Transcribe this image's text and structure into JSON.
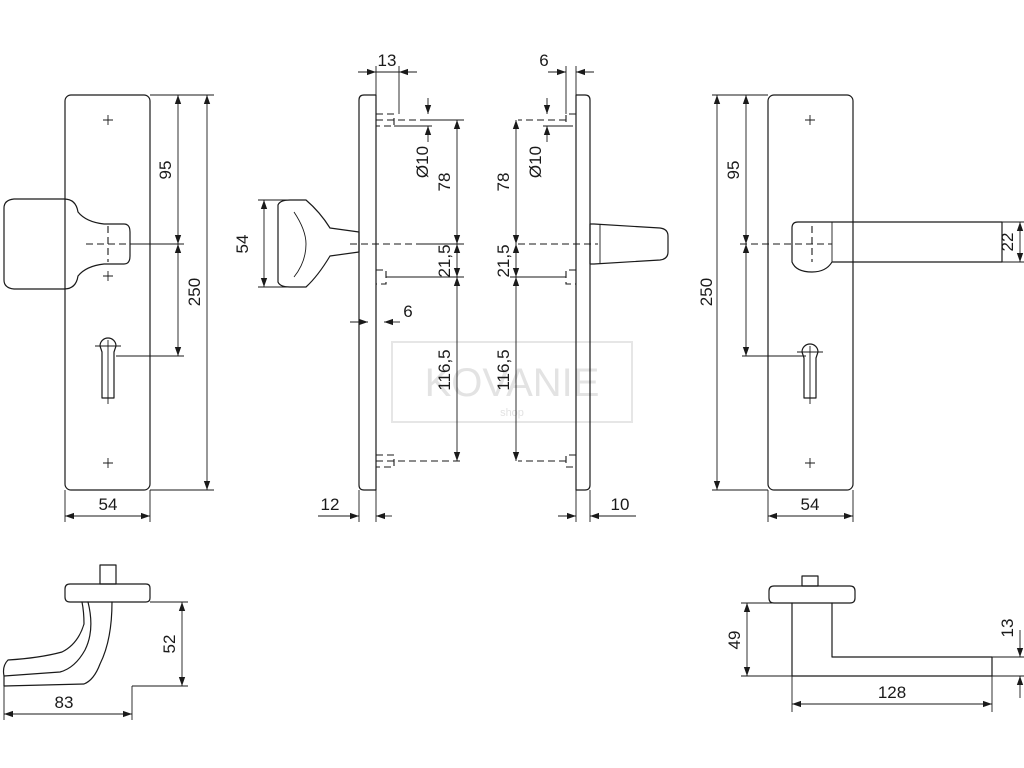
{
  "watermark": {
    "brand": "KOVANIE",
    "sub": "shop"
  },
  "front_knob_view": {
    "pitch_upper": "95",
    "total_height": "250",
    "width": "54"
  },
  "side_knob_view": {
    "top_offset": "13",
    "knob_diameter": "54",
    "pin_diameter": "Ø10",
    "upper_pitch": "78",
    "center_offset": "21,5",
    "lower_pitch": "116,5",
    "spindle": "6",
    "plate_depth": "12"
  },
  "side_lever_view": {
    "top_offset": "6",
    "pin_diameter": "Ø10",
    "upper_pitch": "78",
    "center_offset": "21,5",
    "lower_pitch": "116,5",
    "plate_depth": "10"
  },
  "front_lever_view": {
    "pitch_upper": "95",
    "total_height": "250",
    "lever_height": "22",
    "width": "54"
  },
  "knob_top_view": {
    "height": "52",
    "length": "83"
  },
  "lever_top_view": {
    "height": "49",
    "thickness": "13",
    "length": "128"
  }
}
